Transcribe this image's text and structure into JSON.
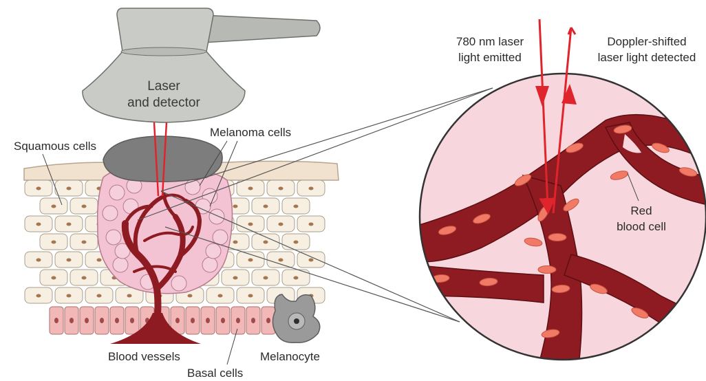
{
  "labels": {
    "probe_line1": "Laser",
    "probe_line2": "and detector",
    "squamous": "Squamous cells",
    "melanoma": "Melanoma cells",
    "blood_vessels": "Blood vessels",
    "basal": "Basal cells",
    "melanocyte": "Melanocyte",
    "emitted_line1": "780 nm laser",
    "emitted_line2": "light emitted",
    "detected_line1": "Doppler-shifted",
    "detected_line2": "laser light detected",
    "rbc_line1": "Red",
    "rbc_line2": "blood cell"
  },
  "colors": {
    "laser": "#e0242c",
    "vessel": "#8e1b21",
    "rbc": "#f07a66",
    "melanoma": "#f3c3d4",
    "squamous": "#f6efe2",
    "basal": "#f2b8b8",
    "probe": "#c9cbc7",
    "tumor": "#7d7d7d",
    "zoom_bg": "#f7d7dd"
  },
  "icons": [
    "laser-probe-icon",
    "melanocyte-icon",
    "red-blood-cell-icon"
  ]
}
